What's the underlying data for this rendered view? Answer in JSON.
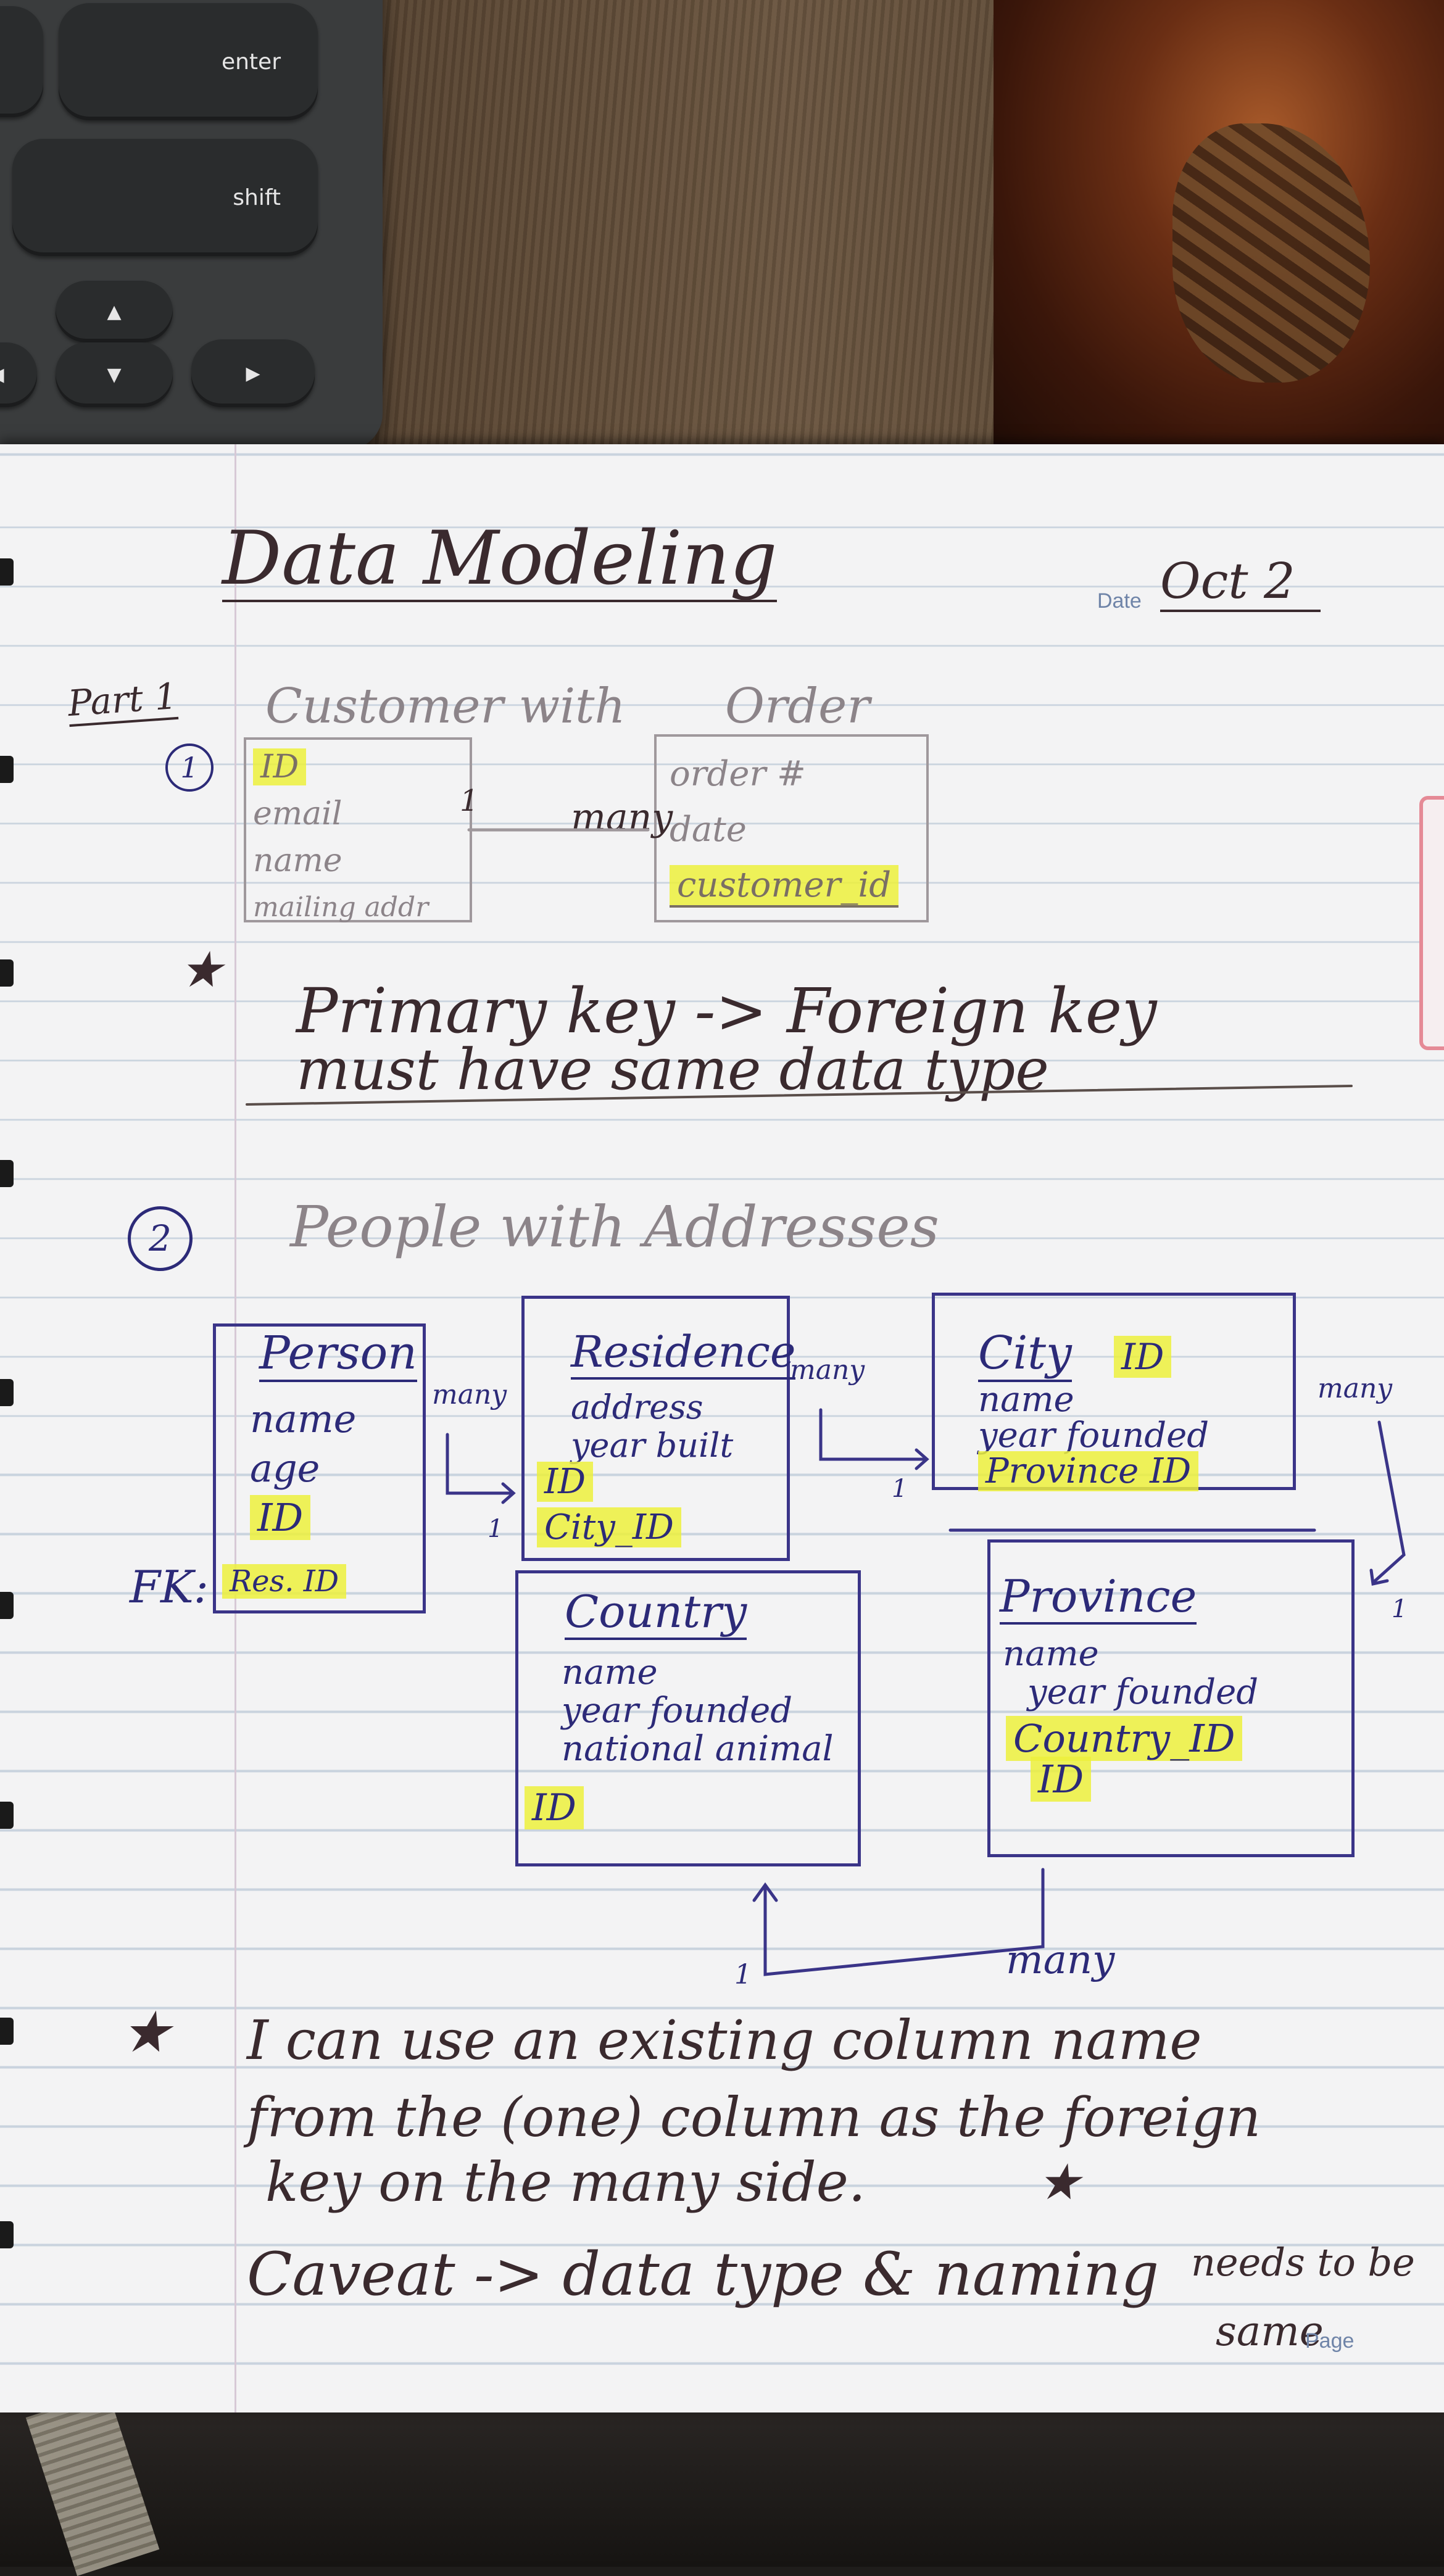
{
  "keyboard": {
    "keys": {
      "enter": "enter",
      "shift": "shift",
      "up": "▲",
      "down": "▼",
      "left": "◀",
      "right": "▶"
    }
  },
  "page": {
    "title": "Data Modeling",
    "date_label": "Date",
    "date_value": "Oct 2"
  },
  "part1": {
    "label": "Part 1",
    "number": "1",
    "heading_left": "Customer with",
    "heading_right": "Order",
    "customer_fields": [
      "ID",
      "email",
      "name",
      "mailing addr"
    ],
    "order_fields": [
      "order #",
      "date",
      "customer_id"
    ],
    "rel_one": "1",
    "rel_many": "many"
  },
  "note1": {
    "star": "★",
    "line1": "Primary key -> Foreign key",
    "line2": "must have same data type"
  },
  "part2": {
    "number": "2",
    "heading": "People with Addresses",
    "fk_label": "FK:",
    "person": {
      "title": "Person",
      "fields": [
        "name",
        "age"
      ],
      "key": "ID",
      "fk": "Res. ID"
    },
    "residence": {
      "title": "Residence",
      "fields": [
        "address",
        "year built"
      ],
      "key": "ID",
      "fk": "City_ID"
    },
    "city": {
      "title": "City",
      "title_key": "ID",
      "fields": [
        "name",
        "year founded"
      ],
      "fk": "Province ID"
    },
    "country": {
      "title": "Country",
      "fields": [
        "name",
        "year founded",
        "national animal"
      ],
      "key": "ID"
    },
    "province": {
      "title": "Province",
      "fields": [
        "name",
        "year founded"
      ],
      "fk": "Country_ID",
      "key": "ID"
    },
    "rels": {
      "person_residence_many": "many",
      "person_residence_one": "1",
      "residence_city_many": "many",
      "residence_city_one": "1",
      "city_province_many": "many",
      "city_province_one": "1",
      "province_country_many": "many",
      "province_country_one": "1"
    }
  },
  "note2": {
    "star": "★",
    "line1": "I can use an existing column name",
    "line2": "from the (one) column as the foreign",
    "line3": "key on the many side.",
    "star_end": "★",
    "line4": "Caveat -> data type & naming",
    "line4_end": "needs to be",
    "line5": "same",
    "page_label": "Page"
  }
}
